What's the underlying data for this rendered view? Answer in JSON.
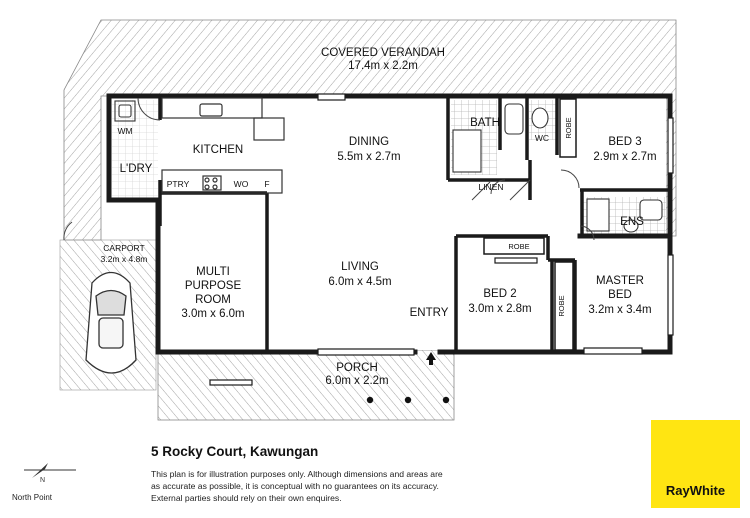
{
  "plan": {
    "rooms": {
      "verandah": {
        "name": "COVERED VERANDAH",
        "dims": "17.4m x 2.2m"
      },
      "kitchen": {
        "name": "KITCHEN"
      },
      "dining": {
        "name": "DINING",
        "dims": "5.5m x 2.7m"
      },
      "bath": {
        "name": "BATH"
      },
      "wc": {
        "name": "WC"
      },
      "bed3": {
        "name": "BED 3",
        "dims": "2.9m x 2.7m"
      },
      "laundry": {
        "name": "L'DRY"
      },
      "wm": {
        "name": "WM"
      },
      "pantry": {
        "name": "PTRY"
      },
      "wall_oven": {
        "name": "WO"
      },
      "fridge": {
        "name": "F"
      },
      "linen": {
        "name": "LINEN"
      },
      "ensuite": {
        "name": "ENS"
      },
      "carport": {
        "name": "CARPORT",
        "dims": "3.2m x 4.8m"
      },
      "multi_purpose": {
        "line1": "MULTI",
        "line2": "PURPOSE",
        "line3": "ROOM",
        "dims": "3.0m x 6.0m"
      },
      "living": {
        "name": "LIVING",
        "dims": "6.0m x 4.5m"
      },
      "entry": {
        "name": "ENTRY"
      },
      "bed2": {
        "name": "BED 2",
        "dims": "3.0m x 2.8m"
      },
      "master": {
        "line1": "MASTER",
        "line2": "BED",
        "dims": "3.2m x 3.4m"
      },
      "porch": {
        "name": "PORCH",
        "dims": "6.0m x 2.2m"
      }
    },
    "robes": {
      "bed3": "ROBE",
      "bed2": "ROBE",
      "master": "ROBE"
    }
  },
  "footer": {
    "address": "5 Rocky Court, Kawungan",
    "disclaimer_lines": [
      "This plan is for illustration purposes only.  Although dimensions and areas are",
      "as accurate as possible, it is conceptual with no guarantees on its accuracy.",
      "External parties should rely on their own enquires."
    ],
    "north_label": "North Point",
    "north_glyph": "N"
  },
  "brand": {
    "name": "RayWhite",
    "color": "#ffe512"
  },
  "colors": {
    "wall": "#1a1a1a",
    "hatch": "#9a9a9a",
    "tile": "#bdbdbd"
  }
}
